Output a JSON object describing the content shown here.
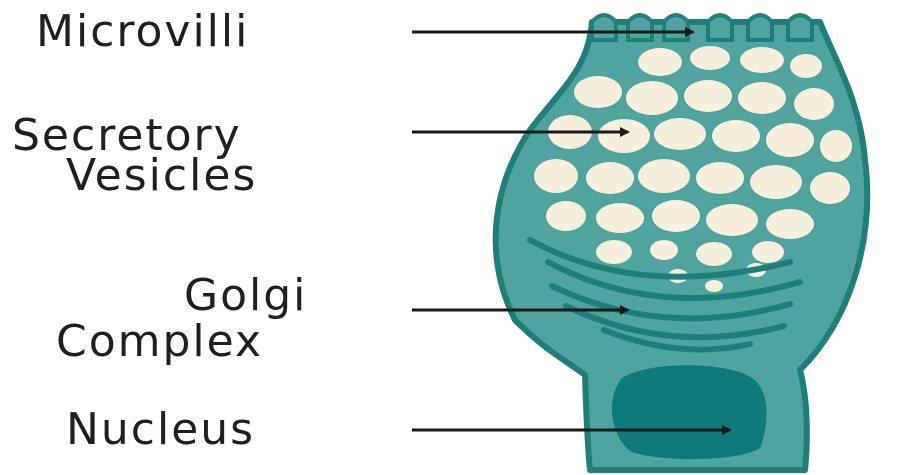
{
  "labels": {
    "microvilli": "Microvilli",
    "secretory_line1": "Secretory",
    "secretory_line2": "Vesicles",
    "golgi_line1": "Golgi",
    "golgi_line2": "Complex",
    "nucleus": "Nucleus"
  },
  "colors": {
    "cell_fill": "#4fa49f",
    "cell_outline": "#1f7f7a",
    "vesicle": "#f6efdc",
    "golgi": "#1f7f7a",
    "nucleus": "#0e7b7a",
    "arrow": "#1a1a1a",
    "text": "#1f1f1f"
  }
}
